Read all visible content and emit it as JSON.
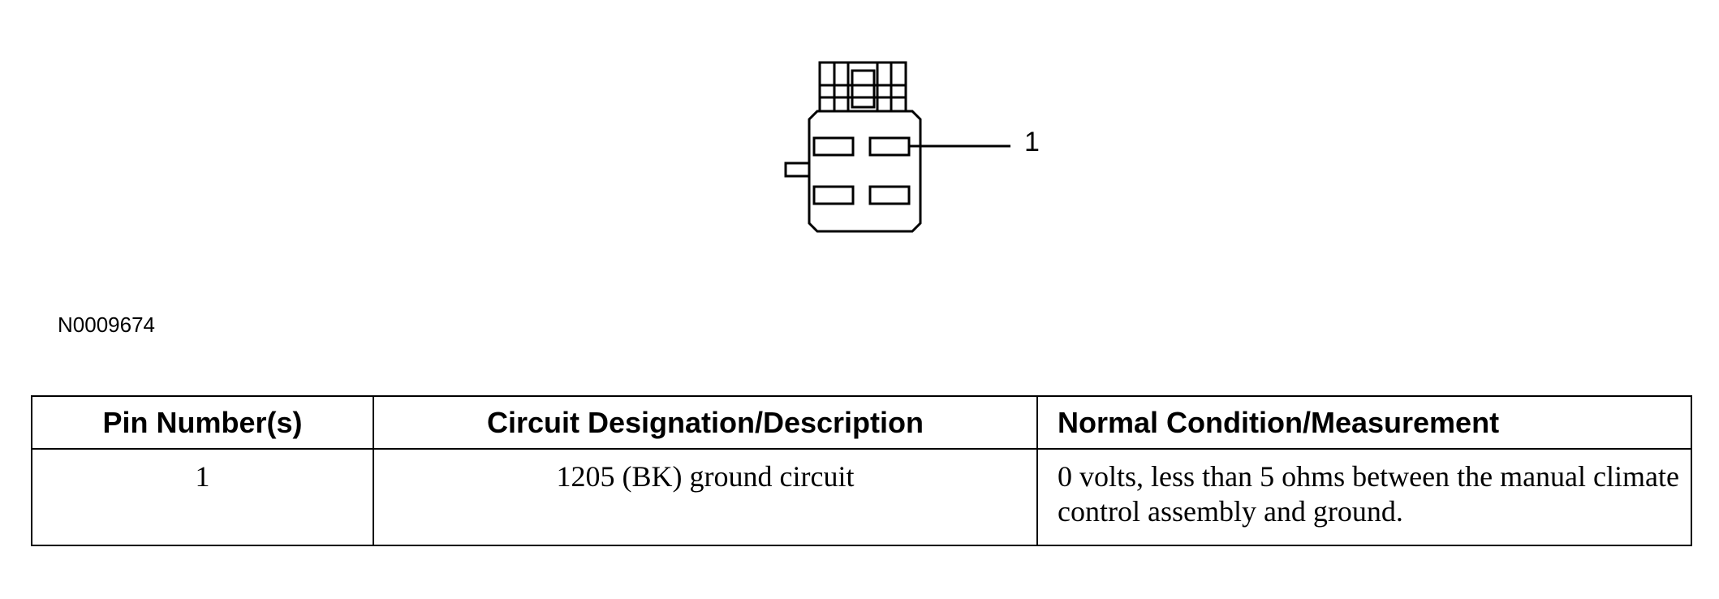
{
  "figure": {
    "callout": "1",
    "figure_id": "N0009674"
  },
  "table": {
    "headers": [
      "Pin Number(s)",
      "Circuit Designation/Description",
      "Normal Condition/Measurement"
    ],
    "rows": [
      [
        "1",
        "1205 (BK) ground circuit",
        "0 volts, less than 5 ohms between the manual climate control assembly and ground."
      ]
    ]
  }
}
